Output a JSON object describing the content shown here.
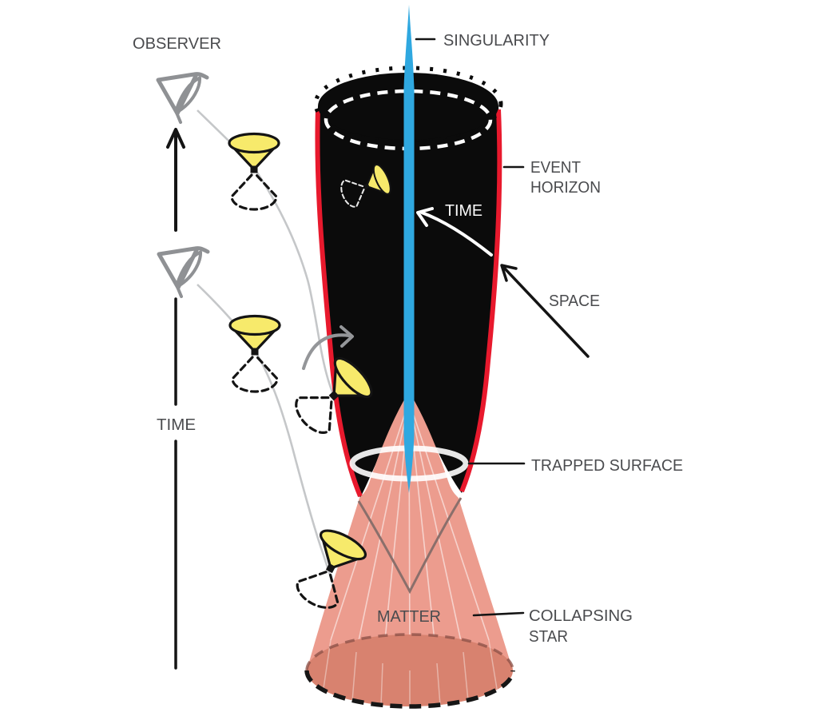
{
  "diagram": {
    "title_hint": "black hole formation diagram",
    "labels": {
      "observer": "OBSERVER",
      "singularity": "SINGULARITY",
      "event_horizon": [
        "EVENT",
        "HORIZON"
      ],
      "time_inner": "TIME",
      "space": "SPACE",
      "trapped_surface": "TRAPPED SURFACE",
      "matter": "MATTER",
      "collapsing_star": [
        "COLLAPSING",
        "STAR"
      ],
      "time_axis": "TIME"
    },
    "colors": {
      "singularity-blue": "#2fa8e0",
      "horizon-red": "#e8192d",
      "hole-black": "#0b0b0b",
      "star-pink": "#ec9c8e",
      "star-base-pink": "#d8826f",
      "cone-yellow": "#f7ea6b",
      "label-grey": "#4a4b4e",
      "eye-grey": "#8f9194",
      "worldline-grey": "#c5c7c9",
      "ink": "#141414"
    },
    "icons": [
      "eye-icon",
      "light-cone-icon",
      "arrow-icon"
    ]
  }
}
